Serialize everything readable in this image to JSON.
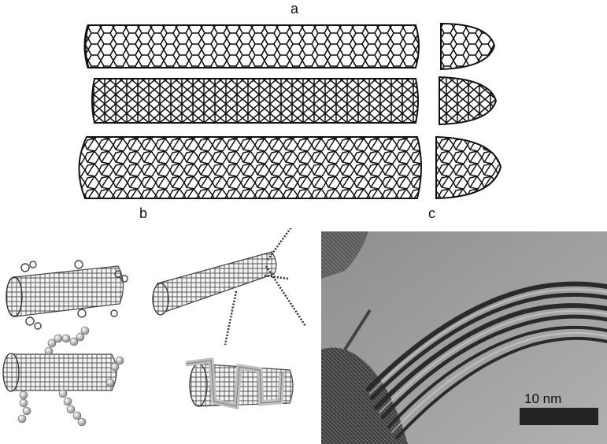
{
  "labels": {
    "a": "a",
    "b": "b",
    "c": "c"
  },
  "panel_a": {
    "tubes": [
      "armchair-nanotube",
      "zigzag-nanotube",
      "chiral-nanotube"
    ],
    "caps": [
      "armchair-cap",
      "zigzag-cap",
      "chiral-cap"
    ]
  },
  "panel_b": {
    "models": [
      "tube-with-small-groups",
      "tube-with-long-chains",
      "tube-with-bead-chains",
      "tube-wrapped-by-polymer"
    ]
  },
  "panel_c": {
    "scale_bar_label": "10 nm",
    "scale_bar_value_nm": 10,
    "colors": {
      "background": "#a3a3a3",
      "tube": "#2a2a2a",
      "scale_bar": "#222222"
    }
  }
}
